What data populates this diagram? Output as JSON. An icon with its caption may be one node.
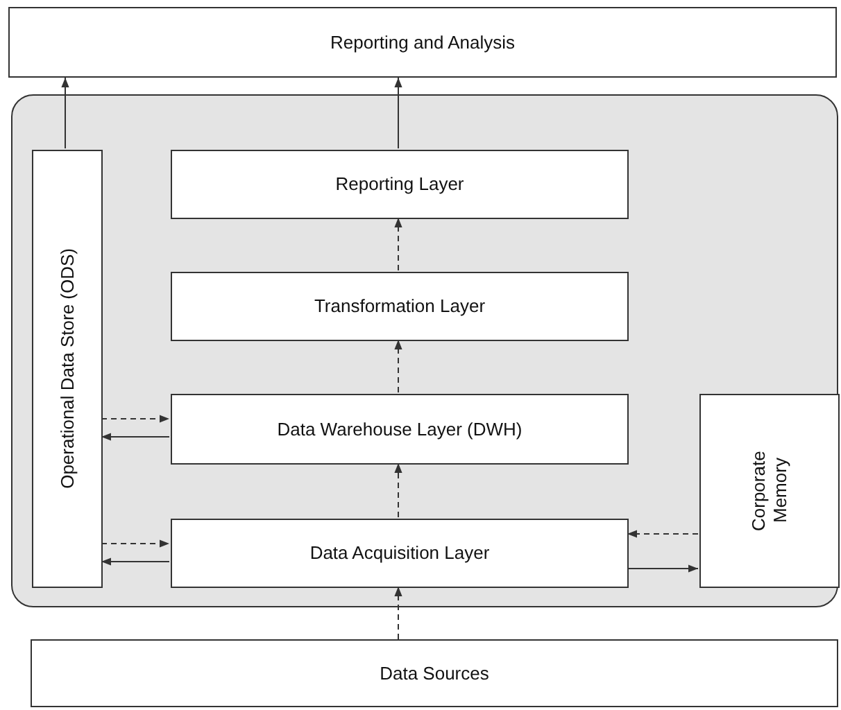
{
  "diagram": {
    "nodes": [
      {
        "text": [
          "Reporting and Analysis"
        ]
      },
      {
        "text": [],
        "shape": "box"
      },
      {
        "text": [
          "Operational Data Store (ODS)"
        ],
        "in": 1
      },
      {
        "text": [
          "Reporting Layer"
        ],
        "in": 1
      },
      {
        "text": [
          "Transformation Layer"
        ],
        "in": 1
      },
      {
        "text": [
          "Data Warehouse Layer (DWH)"
        ],
        "in": 1
      },
      {
        "text": [
          "Corporate Memory"
        ],
        "in": 1
      },
      {
        "text": [
          "Data Acquisition Layer"
        ],
        "in": 1
      },
      {
        "text": [
          "Data Sources"
        ]
      }
    ],
    "edges": [
      {
        "from": 2,
        "to": 0,
        "arrow": "to"
      },
      {
        "from": 3,
        "to": 0,
        "arrow": "to"
      },
      {
        "from": 4,
        "to": 3,
        "arrow": "to",
        "style": "dashed"
      },
      {
        "from": 5,
        "to": 4,
        "arrow": "to",
        "style": "dashed"
      },
      {
        "from": 2,
        "to": 5,
        "arrow": "to",
        "style": "dashed"
      },
      {
        "from": 5,
        "to": 2,
        "arrow": "to"
      },
      {
        "from": 7,
        "to": 5,
        "arrow": "to",
        "style": "dashed"
      },
      {
        "from": 2,
        "to": 7,
        "arrow": "to",
        "style": "dashed"
      },
      {
        "from": 7,
        "to": 2,
        "arrow": "to"
      },
      {
        "from": 6,
        "to": 7,
        "arrow": "to",
        "style": "dashed"
      },
      {
        "from": 7,
        "to": 6,
        "arrow": "to"
      },
      {
        "from": 8,
        "to": 7,
        "arrow": "to",
        "style": "dashed"
      }
    ]
  }
}
